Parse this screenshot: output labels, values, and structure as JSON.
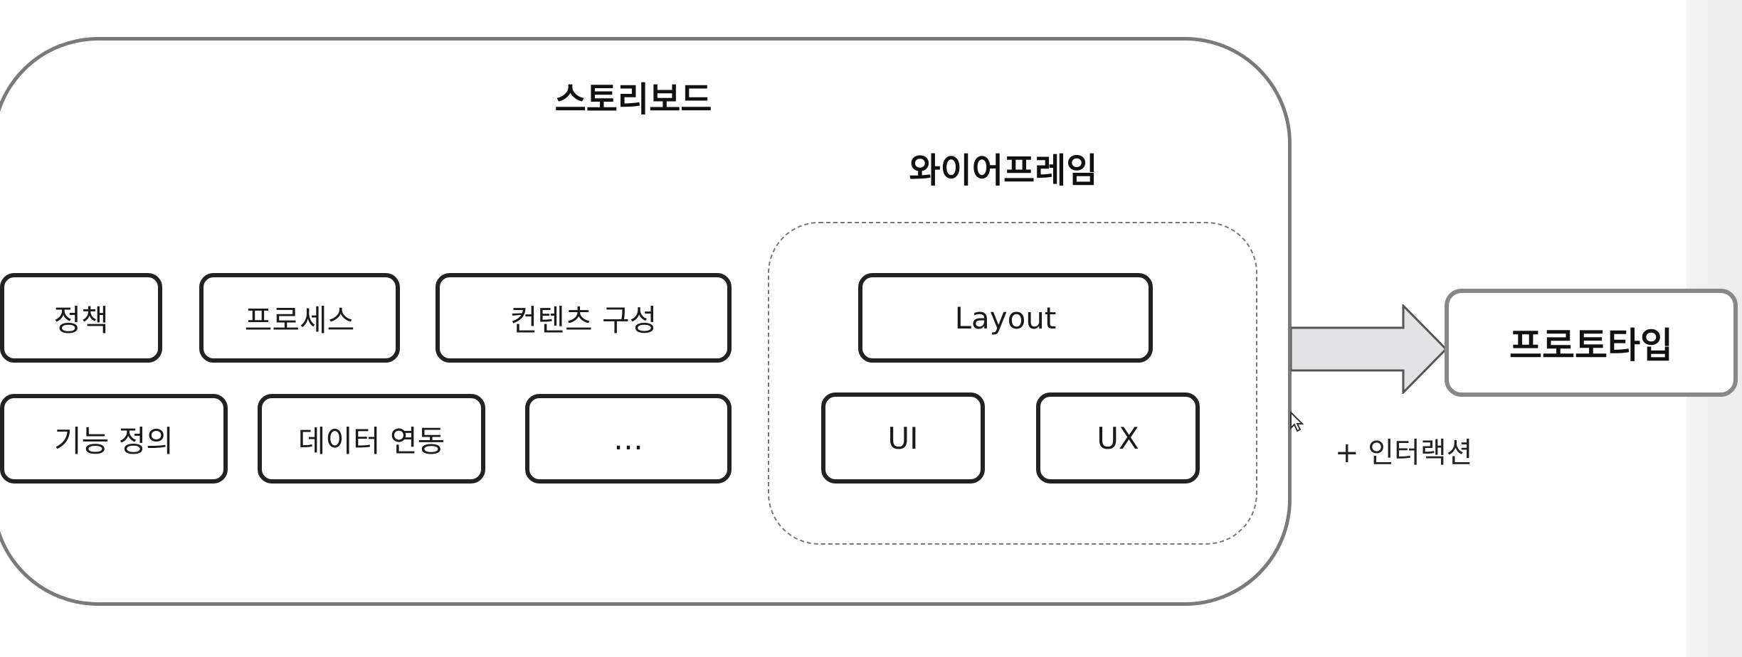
{
  "storyboard": {
    "title": "스토리보드",
    "items": [
      {
        "label": "정책"
      },
      {
        "label": "프로세스"
      },
      {
        "label": "컨텐츠 구성"
      },
      {
        "label": "기능 정의"
      },
      {
        "label": "데이터 연동"
      },
      {
        "label": "…"
      }
    ]
  },
  "wireframe": {
    "title": "와이어프레임",
    "items": [
      {
        "label": "Layout"
      },
      {
        "label": "UI"
      },
      {
        "label": "UX"
      }
    ]
  },
  "prototype": {
    "label": "프로토타입",
    "note": "+ 인터랙션"
  }
}
